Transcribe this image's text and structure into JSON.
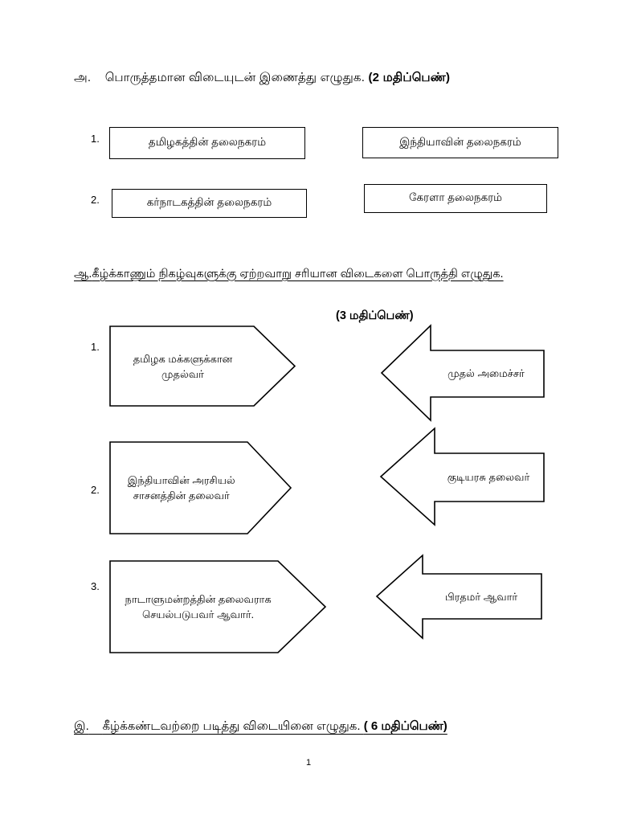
{
  "document": {
    "page_number": "1"
  },
  "section1": {
    "heading_prefix": "அ.",
    "heading_text": "பொருத்தமான விடையுடன் இணைத்து  எழுதுக.",
    "marks": "(2 மதிப்பெண்)",
    "pairs": [
      {
        "number": "1.",
        "left": "தமிழகத்தின் தலைநகரம்",
        "right": "இந்தியாவின் தலைநகரம்"
      },
      {
        "number": "2.",
        "left": "கர்நாடகத்தின் தலைநகரம்",
        "right": "கேரளா தலைநகரம்"
      }
    ]
  },
  "section2": {
    "heading_prefix": "ஆ.",
    "heading_text": "கீழ்க்காணும் நிகழ்வுகளுக்கு ஏற்றவாறு சரியான விடைகளை பொருத்தி எழுதுக.",
    "marks": "(3 மதிப்பெண்)",
    "rows": [
      {
        "number": "1.",
        "left": "தமிழக மக்களுக்கான முதல்வர்",
        "right": "முதல் அமைச்சர்"
      },
      {
        "number": "2.",
        "left": "இந்தியாவின் அரசியல் சாசனத்தின் தலைவர்",
        "right": "குடியரசு தலைவர்"
      },
      {
        "number": "3.",
        "left": "நாடாளுமன்றத்தின் தலைவராக செயல்படுபவர் ஆவார்.",
        "right": "பிரதமர் ஆவார்"
      }
    ]
  },
  "section3": {
    "heading_prefix": "இ.",
    "heading_text": "கீழ்க்கண்டவற்றை படித்து விடையினை எழுதுக.",
    "marks": "( 6 மதிப்பெண்)"
  }
}
